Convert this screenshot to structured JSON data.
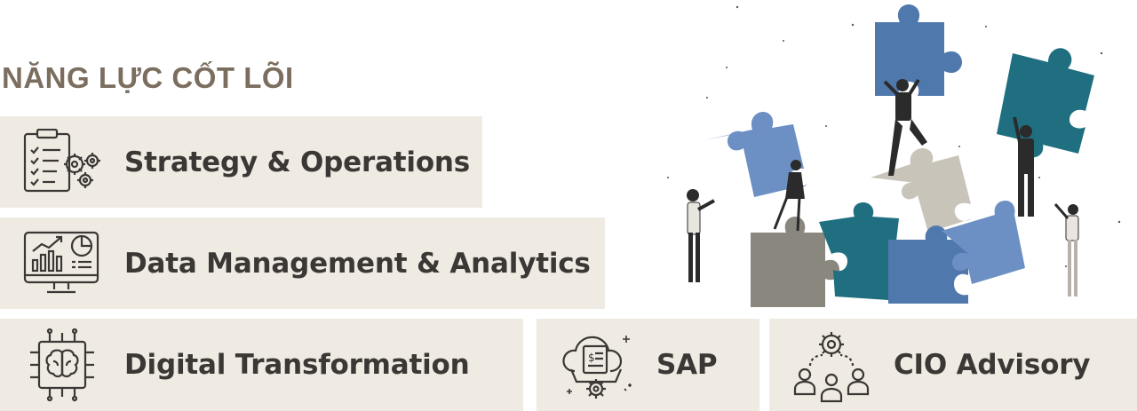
{
  "section": {
    "title": "NĂNG LỰC CỐT LÕI"
  },
  "cards": {
    "strategy": {
      "label": "Strategy & Operations",
      "icon": "checklist-gears-icon"
    },
    "data": {
      "label": "Data Management & Analytics",
      "icon": "analytics-monitor-icon"
    },
    "digital": {
      "label": "Digital Transformation",
      "icon": "brain-chip-icon"
    },
    "sap": {
      "label": "SAP",
      "icon": "cloud-document-gear-icon"
    },
    "cio": {
      "label": "CIO Advisory",
      "icon": "team-gear-icon"
    }
  },
  "colors": {
    "title": "#7b6e5f",
    "card_bg": "#efebe3",
    "card_text": "#3a3735",
    "puzzle_blue": "#6c8fc4",
    "puzzle_steel": "#4f78ad",
    "puzzle_teal": "#1f6f80",
    "puzzle_gray": "#8a877f",
    "puzzle_beige": "#c9c4ba"
  },
  "hero": {
    "illustration": "people-assembling-puzzle-pieces"
  }
}
